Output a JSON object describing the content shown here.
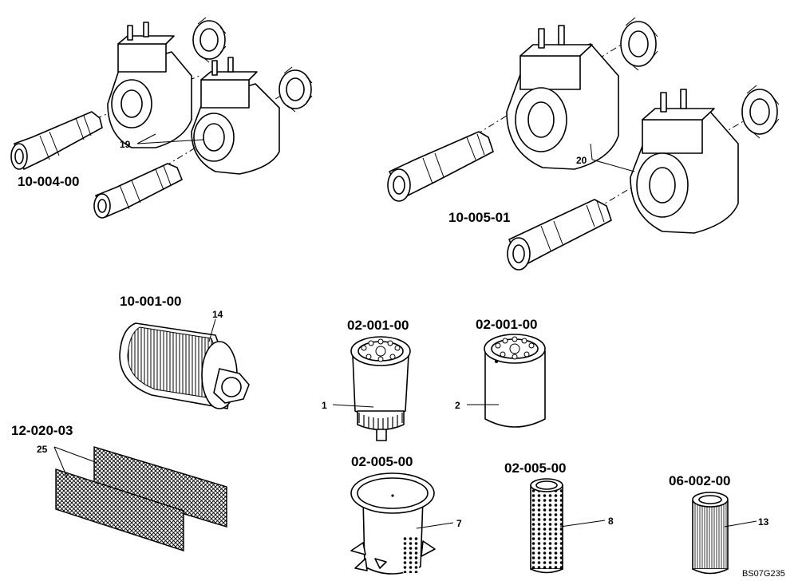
{
  "parts": {
    "p19": {
      "code": "10-004-00",
      "item": "19"
    },
    "p20": {
      "code": "10-005-01",
      "item": "20"
    },
    "p14": {
      "code": "10-001-00",
      "item": "14"
    },
    "p1": {
      "code": "02-001-00",
      "item": "1"
    },
    "p2": {
      "code": "02-001-00",
      "item": "2"
    },
    "p25": {
      "code": "12-020-03",
      "item": "25"
    },
    "p7": {
      "code": "02-005-00",
      "item": "7"
    },
    "p8": {
      "code": "02-005-00",
      "item": "8"
    },
    "p13": {
      "code": "06-002-00",
      "item": "13"
    }
  },
  "drawing_ref": "BS07G235"
}
